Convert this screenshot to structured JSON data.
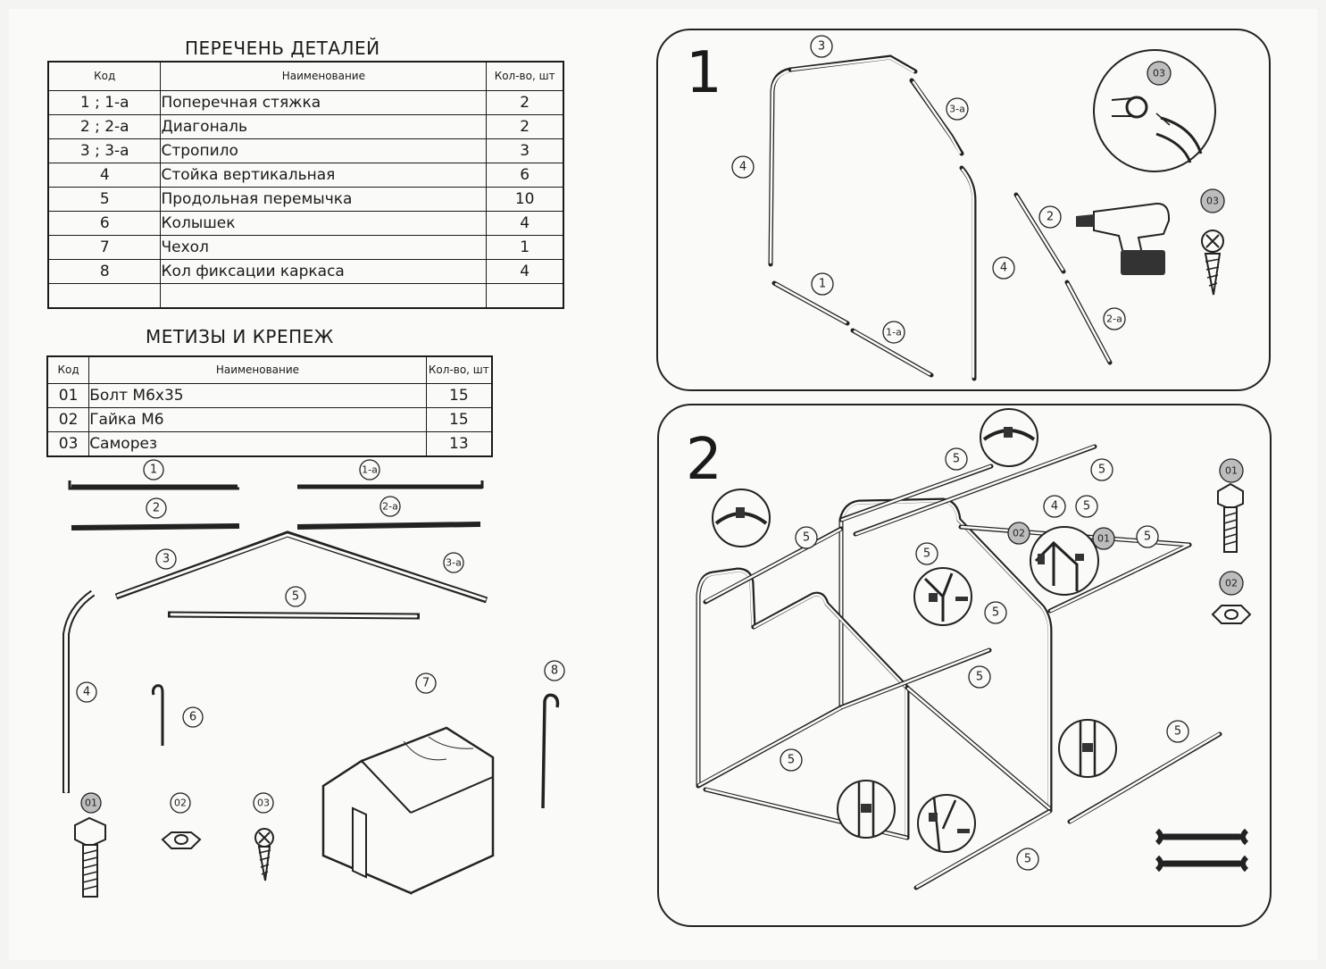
{
  "parts_title": "ПЕРЕЧЕНЬ ДЕТАЛЕЙ",
  "parts_table": {
    "headers": {
      "code": "Код",
      "name": "Наименование",
      "qty": "Кол-во, шт"
    },
    "rows": [
      {
        "code": "1 ; 1-а",
        "name": "Поперечная стяжка",
        "qty": "2"
      },
      {
        "code": "2 ; 2-а",
        "name": "Диагональ",
        "qty": "2"
      },
      {
        "code": "3 ; 3-а",
        "name": "Стропило",
        "qty": "3"
      },
      {
        "code": "4",
        "name": "Стойка вертикальная",
        "qty": "6"
      },
      {
        "code": "5",
        "name": "Продольная перемычка",
        "qty": "10"
      },
      {
        "code": "6",
        "name": "Колышек",
        "qty": "4"
      },
      {
        "code": "7",
        "name": "Чехол",
        "qty": "1"
      },
      {
        "code": "8",
        "name": "Кол фиксации каркаса",
        "qty": "4"
      }
    ]
  },
  "hardware_title": "МЕТИЗЫ И КРЕПЕЖ",
  "hardware_table": {
    "headers": {
      "code": "Код",
      "name": "Наименование",
      "qty": "Кол-во, шт"
    },
    "rows": [
      {
        "code": "01",
        "name": "Болт М6х35",
        "qty": "15"
      },
      {
        "code": "02",
        "name": "Гайка    М6",
        "qty": "15"
      },
      {
        "code": "03",
        "name": "Саморез",
        "qty": "13"
      }
    ]
  },
  "parts_diagram_labels": {
    "p1": "1",
    "p1a": "1-а",
    "p2": "2",
    "p2a": "2-а",
    "p3": "3",
    "p3a": "3-а",
    "p4": "4",
    "p5": "5",
    "p6": "6",
    "p7": "7",
    "p8": "8",
    "h01": "01",
    "h02": "02",
    "h03": "03"
  },
  "step1": {
    "number": "1",
    "labels": {
      "l3": "3",
      "l3a": "3-а",
      "l4a": "4",
      "l4b": "4",
      "l1": "1",
      "l1a": "1-а",
      "l2": "2",
      "l2a": "2-а",
      "h03a": "03",
      "h03b": "03"
    }
  },
  "step2": {
    "number": "2",
    "labels": {
      "l5a": "5",
      "l5b": "5",
      "l5c": "5",
      "l5d": "5",
      "l5e": "5",
      "l5f": "5",
      "l5g": "5",
      "l5h": "5",
      "l5i": "5",
      "l5j": "5",
      "l5k": "5",
      "l4": "4",
      "h02": "02",
      "h01": "01",
      "side01": "01",
      "side02": "02"
    }
  }
}
